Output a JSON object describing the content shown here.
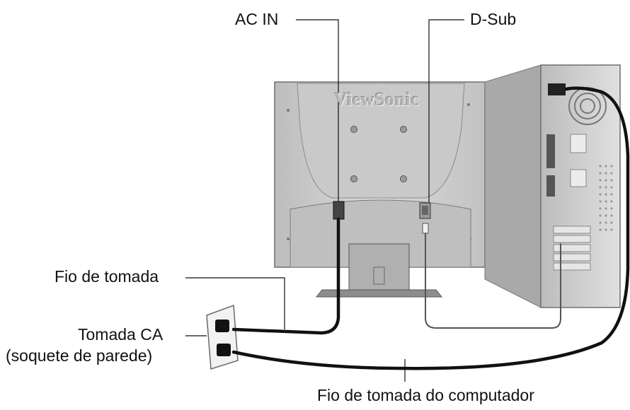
{
  "brand": "ViewSonic",
  "labels": {
    "ac_in": "AC IN",
    "d_sub": "D-Sub",
    "power_cord": "Fio de tomada",
    "outlet_line1": "Tomada CA",
    "outlet_line2": "(soquete de parede)",
    "computer_power_cord": "Fio de tomada do computador"
  },
  "colors": {
    "monitor_body": "#d2d2d2",
    "cable": "#111111",
    "signal_cable": "#555555",
    "text": "#111111"
  }
}
